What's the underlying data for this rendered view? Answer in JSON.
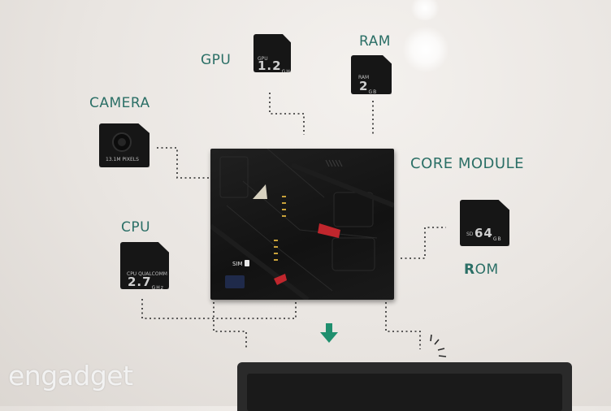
{
  "labels": {
    "gpu": "GPU",
    "ram": "RAM",
    "camera": "CAMERA",
    "cpu": "CPU",
    "core_module": "CORE MODULE",
    "rom_r": "R",
    "rom_rest": "OM"
  },
  "chips": {
    "gpu": {
      "small": "GPU",
      "big": "1.2",
      "unit": "GHz"
    },
    "ram": {
      "small": "RAM",
      "big": "2",
      "unit": "GB"
    },
    "camera": {
      "small": "13.1M PIXELS"
    },
    "cpu": {
      "small": "CPU QUALCOMM",
      "big": "2.7",
      "unit": "GHz"
    },
    "rom": {
      "small": "SD",
      "big": "64",
      "unit": "GB"
    }
  },
  "core_module": {
    "sim_label": "SIM"
  },
  "watermark": "engadget",
  "colors": {
    "label_teal": "#2b6f66",
    "arrow_green": "#1f8f6e",
    "chip_black": "#161616",
    "accent_red": "#c0262d",
    "accent_gold": "#c9a23a"
  },
  "icons": {
    "arrow": "arrow-down-icon",
    "signal": "signal-waves-icon"
  }
}
